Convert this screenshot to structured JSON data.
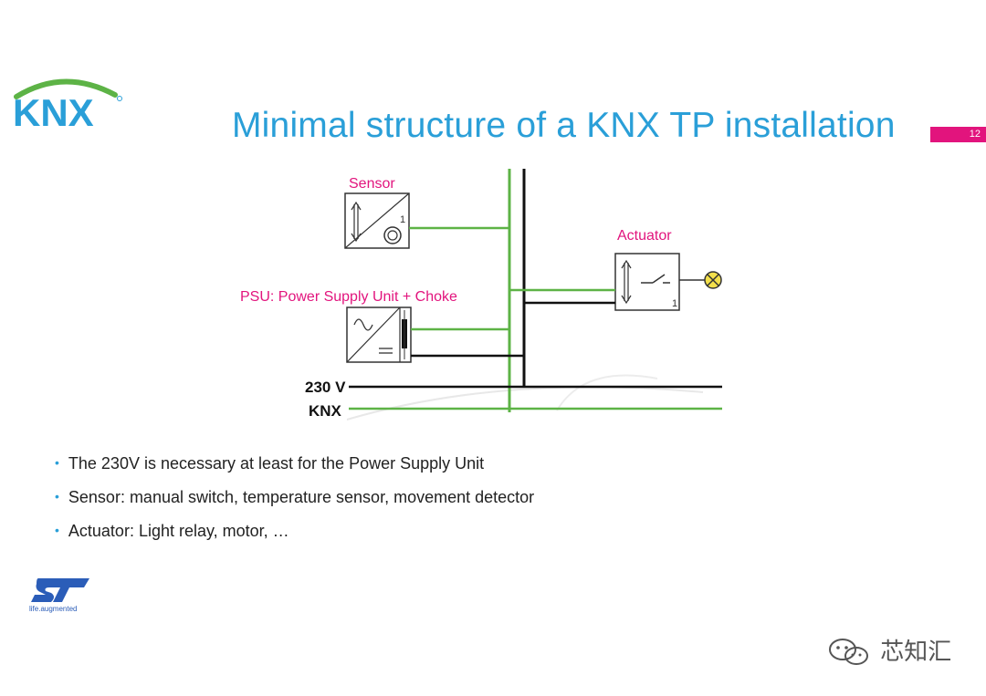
{
  "header": {
    "logo_text": "KNX",
    "title": "Minimal structure of a KNX TP installation",
    "page_number": "12"
  },
  "diagram": {
    "sensor_label": "Sensor",
    "actuator_label": "Actuator",
    "psu_label": "PSU: Power Supply Unit + Choke",
    "line_230v_label": "230 V",
    "line_knx_label": "KNX",
    "sensor_channel": "1",
    "actuator_channel": "1",
    "colors": {
      "label": "#e2147d",
      "knx_bus": "#5db346",
      "mains": "#111111"
    }
  },
  "bullets": [
    "The 230V is necessary at least for the Power Supply Unit",
    "Sensor: manual switch, temperature sensor, movement detector",
    "Actuator: Light relay, motor, …"
  ],
  "footer": {
    "brand_tagline": "life.augmented",
    "watermark_text": "芯知汇"
  },
  "colors": {
    "title": "#2a9fd8",
    "accent": "#e2147d"
  }
}
